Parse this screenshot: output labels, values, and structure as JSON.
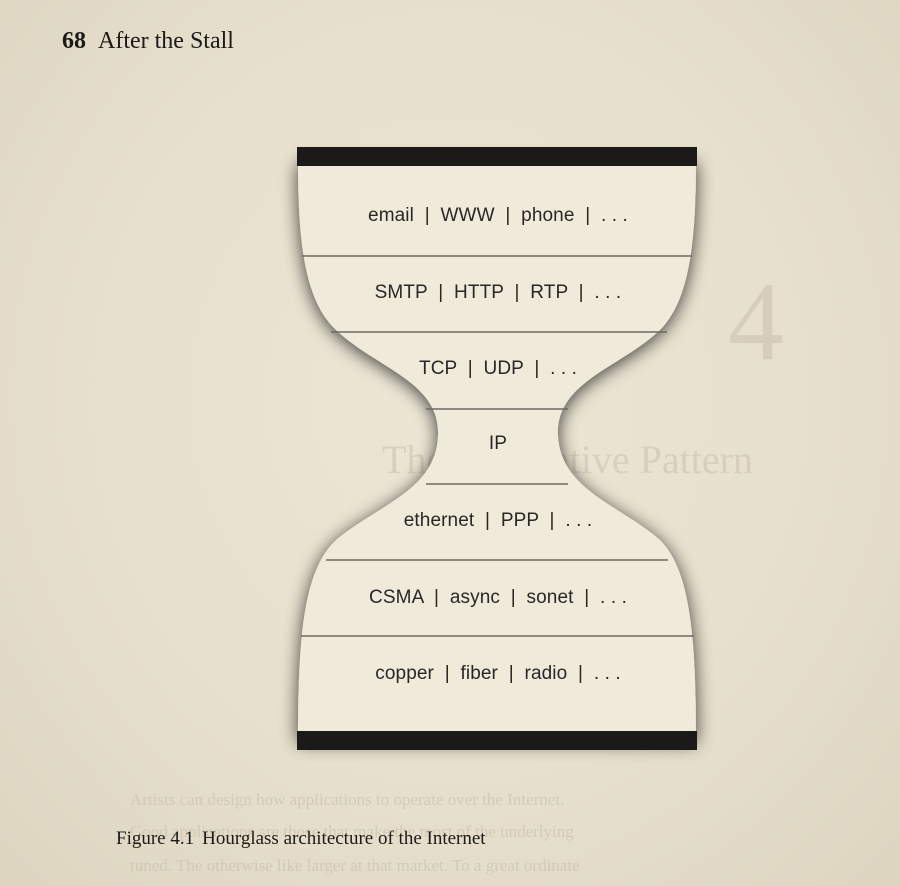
{
  "header": {
    "page_number": "68",
    "running_title": "After the Stall"
  },
  "figure": {
    "layers": [
      "email  |  WWW  |  phone  |  . . .",
      "SMTP  |  HTTP  |  RTP  |  . . .",
      "TCP  |  UDP  |  . . .",
      "IP",
      "ethernet  |  PPP  |  . . .",
      "CSMA  |  async  |  sonet  |  . . .",
      "copper  |  fiber  |  radio  |  . . ."
    ],
    "caption_label": "Figure 4.1",
    "caption_text": "Hourglass architecture of the Internet"
  },
  "bleed_through": {
    "chapter_number": "4",
    "chapter_title": "The Generative Pattern",
    "lines": [
      "Artists can design how applications to operate over the Internet.",
      "Good applications are those that make the most of the underlying",
      "tuned. The otherwise like larger at that market. To a great ordinate"
    ]
  },
  "colors": {
    "paper": "#e8e1cf",
    "ink": "#1c1a17",
    "hourglass_fill": "#f0eadb",
    "rule": "#6f6a62"
  }
}
